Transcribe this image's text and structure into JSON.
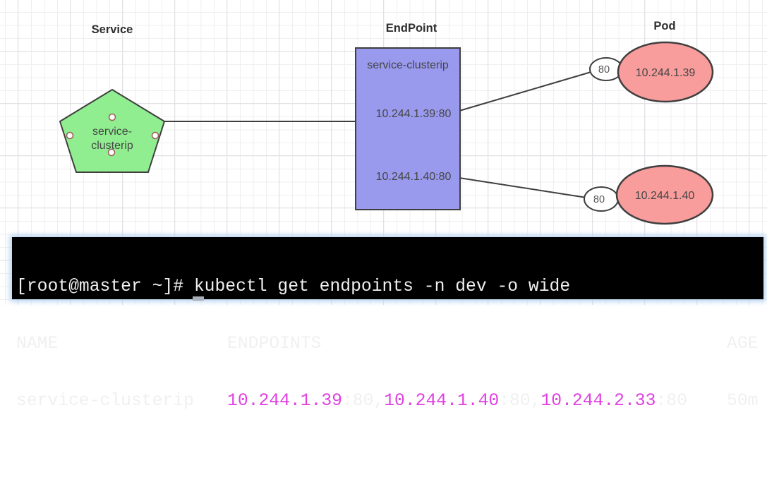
{
  "diagram": {
    "service_label": "Service",
    "endpoint_label": "EndPoint",
    "pod_label": "Pod",
    "service_node": {
      "name_line1": "service-",
      "name_line2": "clusterip"
    },
    "endpoint_node": {
      "title": "service-clusterip",
      "row1": "10.244.1.39:80",
      "row2": "10.244.1.40:80"
    },
    "pods": [
      {
        "port": "80",
        "ip": "10.244.1.39"
      },
      {
        "port": "80",
        "ip": "10.244.1.40"
      }
    ]
  },
  "terminal": {
    "prompt_line": "[root@master ~]# kubectl get endpoints -n dev -o wide",
    "header": {
      "name": "NAME",
      "endpoints": "ENDPOINTS",
      "age": "AGE"
    },
    "row": {
      "name": "service-clusterip",
      "endpoints": [
        {
          "ip": "10.244.1.39",
          "suffix": ":80,"
        },
        {
          "ip": "10.244.1.40",
          "suffix": ":80,"
        },
        {
          "ip": "10.244.2.33",
          "suffix": ":80"
        }
      ],
      "age": "50m"
    }
  },
  "theme": {
    "service_fill": "#90ee90",
    "endpoint_fill": "#9999ee",
    "pod_fill": "#f89c9c",
    "shape_stroke": "#3f3f3f",
    "shape_text": "#464646",
    "conn_dot": "#9e5a5a",
    "grid_minor": "#efeff2",
    "grid_major": "#e2e2e6",
    "terminal_bg": "#000000",
    "terminal_text": "#f0f0f0",
    "terminal_ip": "#e040e0",
    "terminal_cursor": "#aab0b8",
    "terminal_glow": "#b5d2f2"
  }
}
